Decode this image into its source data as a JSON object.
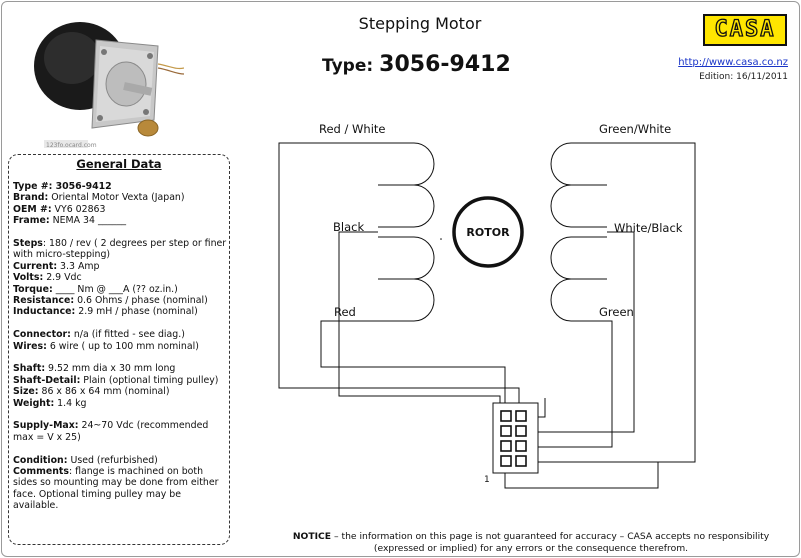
{
  "header": {
    "title": "Stepping Motor",
    "type_label": "Type:",
    "type_number": "3056-9412",
    "logo_text": "CASA",
    "url": "http://www.casa.co.nz",
    "edition": "Edition: 16/11/2011"
  },
  "photo": {
    "watermark": "123fo.ocard.com"
  },
  "general_data": {
    "heading": "General Data",
    "rows": [
      {
        "label": "Type #:",
        "value": " 3056-9412",
        "value_bold": true
      },
      {
        "label": "Brand:",
        "value": " Oriental Motor  Vexta (Japan)"
      },
      {
        "label": "OEM #:",
        "value": " VY6 02863"
      },
      {
        "label": "Frame:",
        "value": " NEMA 34 ______"
      },
      {
        "gap": true
      },
      {
        "label": "Steps",
        "value": ": 180 / rev ( 2 degrees per step or finer with micro-stepping)"
      },
      {
        "label": "Current:",
        "value": " 3.3  Amp"
      },
      {
        "label": "Volts:",
        "value": " 2.9 Vdc"
      },
      {
        "label": "Torque:",
        "value": "  ____ Nm @ ___A (?? oz.in.)"
      },
      {
        "label": "Resistance:",
        "value": " 0.6 Ohms / phase (nominal)"
      },
      {
        "label": "Inductance:",
        "value": " 2.9 mH / phase (nominal)"
      },
      {
        "gap": true
      },
      {
        "label": "Connector:",
        "value": "  n/a (if fitted - see diag.)"
      },
      {
        "label": "Wires:",
        "value": " 6 wire ( up to 100 mm nominal)"
      },
      {
        "gap": true
      },
      {
        "label": "Shaft:",
        "value": " 9.52 mm dia x 30 mm long"
      },
      {
        "label": "Shaft-Detail:",
        "value": " Plain (optional timing pulley)"
      },
      {
        "label": "Size:",
        "value": " 86 x 86 x 64 mm (nominal)"
      },
      {
        "label": "Weight:",
        "value": " 1.4 kg"
      },
      {
        "gap": true
      },
      {
        "label": "Supply-Max:",
        "value": " 24~70 Vdc (recommended max = V x 25)"
      },
      {
        "gap": true
      },
      {
        "label": "Condition:",
        "value": " Used  (refurbished)"
      },
      {
        "label": "Comments",
        "value": ": flange is machined on both sides so mounting may be done from either face. Optional timing pulley may be available."
      }
    ]
  },
  "diagram": {
    "rotor_label": "ROTOR",
    "wires": {
      "red_white": "Red / White",
      "black": "Black",
      "red": "Red",
      "green_white": "Green/White",
      "white_black": "White/Black",
      "green": "Green"
    },
    "connector_pin1": "1"
  },
  "notice": {
    "bold": "NOTICE",
    "line1": " – the information on this page is not guaranteed for accuracy – CASA accepts no responsibility",
    "line2": "(expressed or implied) for any errors or the consequence therefrom."
  }
}
